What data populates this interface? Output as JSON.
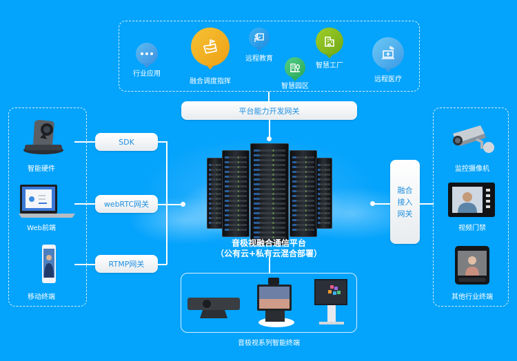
{
  "colors": {
    "background": "#04a3fc",
    "pill_text": "#1e8fe0",
    "apps": {
      "industry": "#4aa6ea",
      "dispatch": "#f3a81c",
      "education": "#2f9fe8",
      "park": "#3cbf6a",
      "factory": "#8bbd1f",
      "medical": "#5ab5ee"
    }
  },
  "top_apps": [
    {
      "label": "行业应用",
      "icon": "more-dots-icon"
    },
    {
      "label": "融合调度指挥",
      "icon": "dispatch-flag-icon"
    },
    {
      "label": "远程教育",
      "icon": "teacher-board-icon"
    },
    {
      "label": "智慧园区",
      "icon": "building-tree-icon"
    },
    {
      "label": "智慧工厂",
      "icon": "factory-building-icon"
    },
    {
      "label": "远程医疗",
      "icon": "medical-monitor-icon"
    }
  ],
  "platform_gateway": "平台能力开发网关",
  "left_devices": [
    {
      "label": "智能硬件",
      "icon": "ptz-camera-icon"
    },
    {
      "label": "Web前端",
      "icon": "laptop-icon"
    },
    {
      "label": "移动终端",
      "icon": "smartphone-icon"
    }
  ],
  "left_gateways": [
    "SDK",
    "webRTC网关",
    "RTMP网关"
  ],
  "center": {
    "title": "音极视融合通信平台",
    "subtitle": "（公有云+私有云混合部署）"
  },
  "right_gateway": [
    "融合",
    "接入",
    "网关"
  ],
  "right_devices": [
    {
      "label": "监控摄像机",
      "icon": "cctv-camera-icon"
    },
    {
      "label": "视频门禁",
      "icon": "video-intercom-icon"
    },
    {
      "label": "其他行业终端",
      "icon": "face-terminal-icon"
    }
  ],
  "bottom_terminals": {
    "label": "音极视系列智能终端",
    "items": [
      {
        "icon": "video-bar-icon"
      },
      {
        "icon": "desktop-video-terminal-icon"
      },
      {
        "icon": "smart-display-icon"
      }
    ]
  }
}
